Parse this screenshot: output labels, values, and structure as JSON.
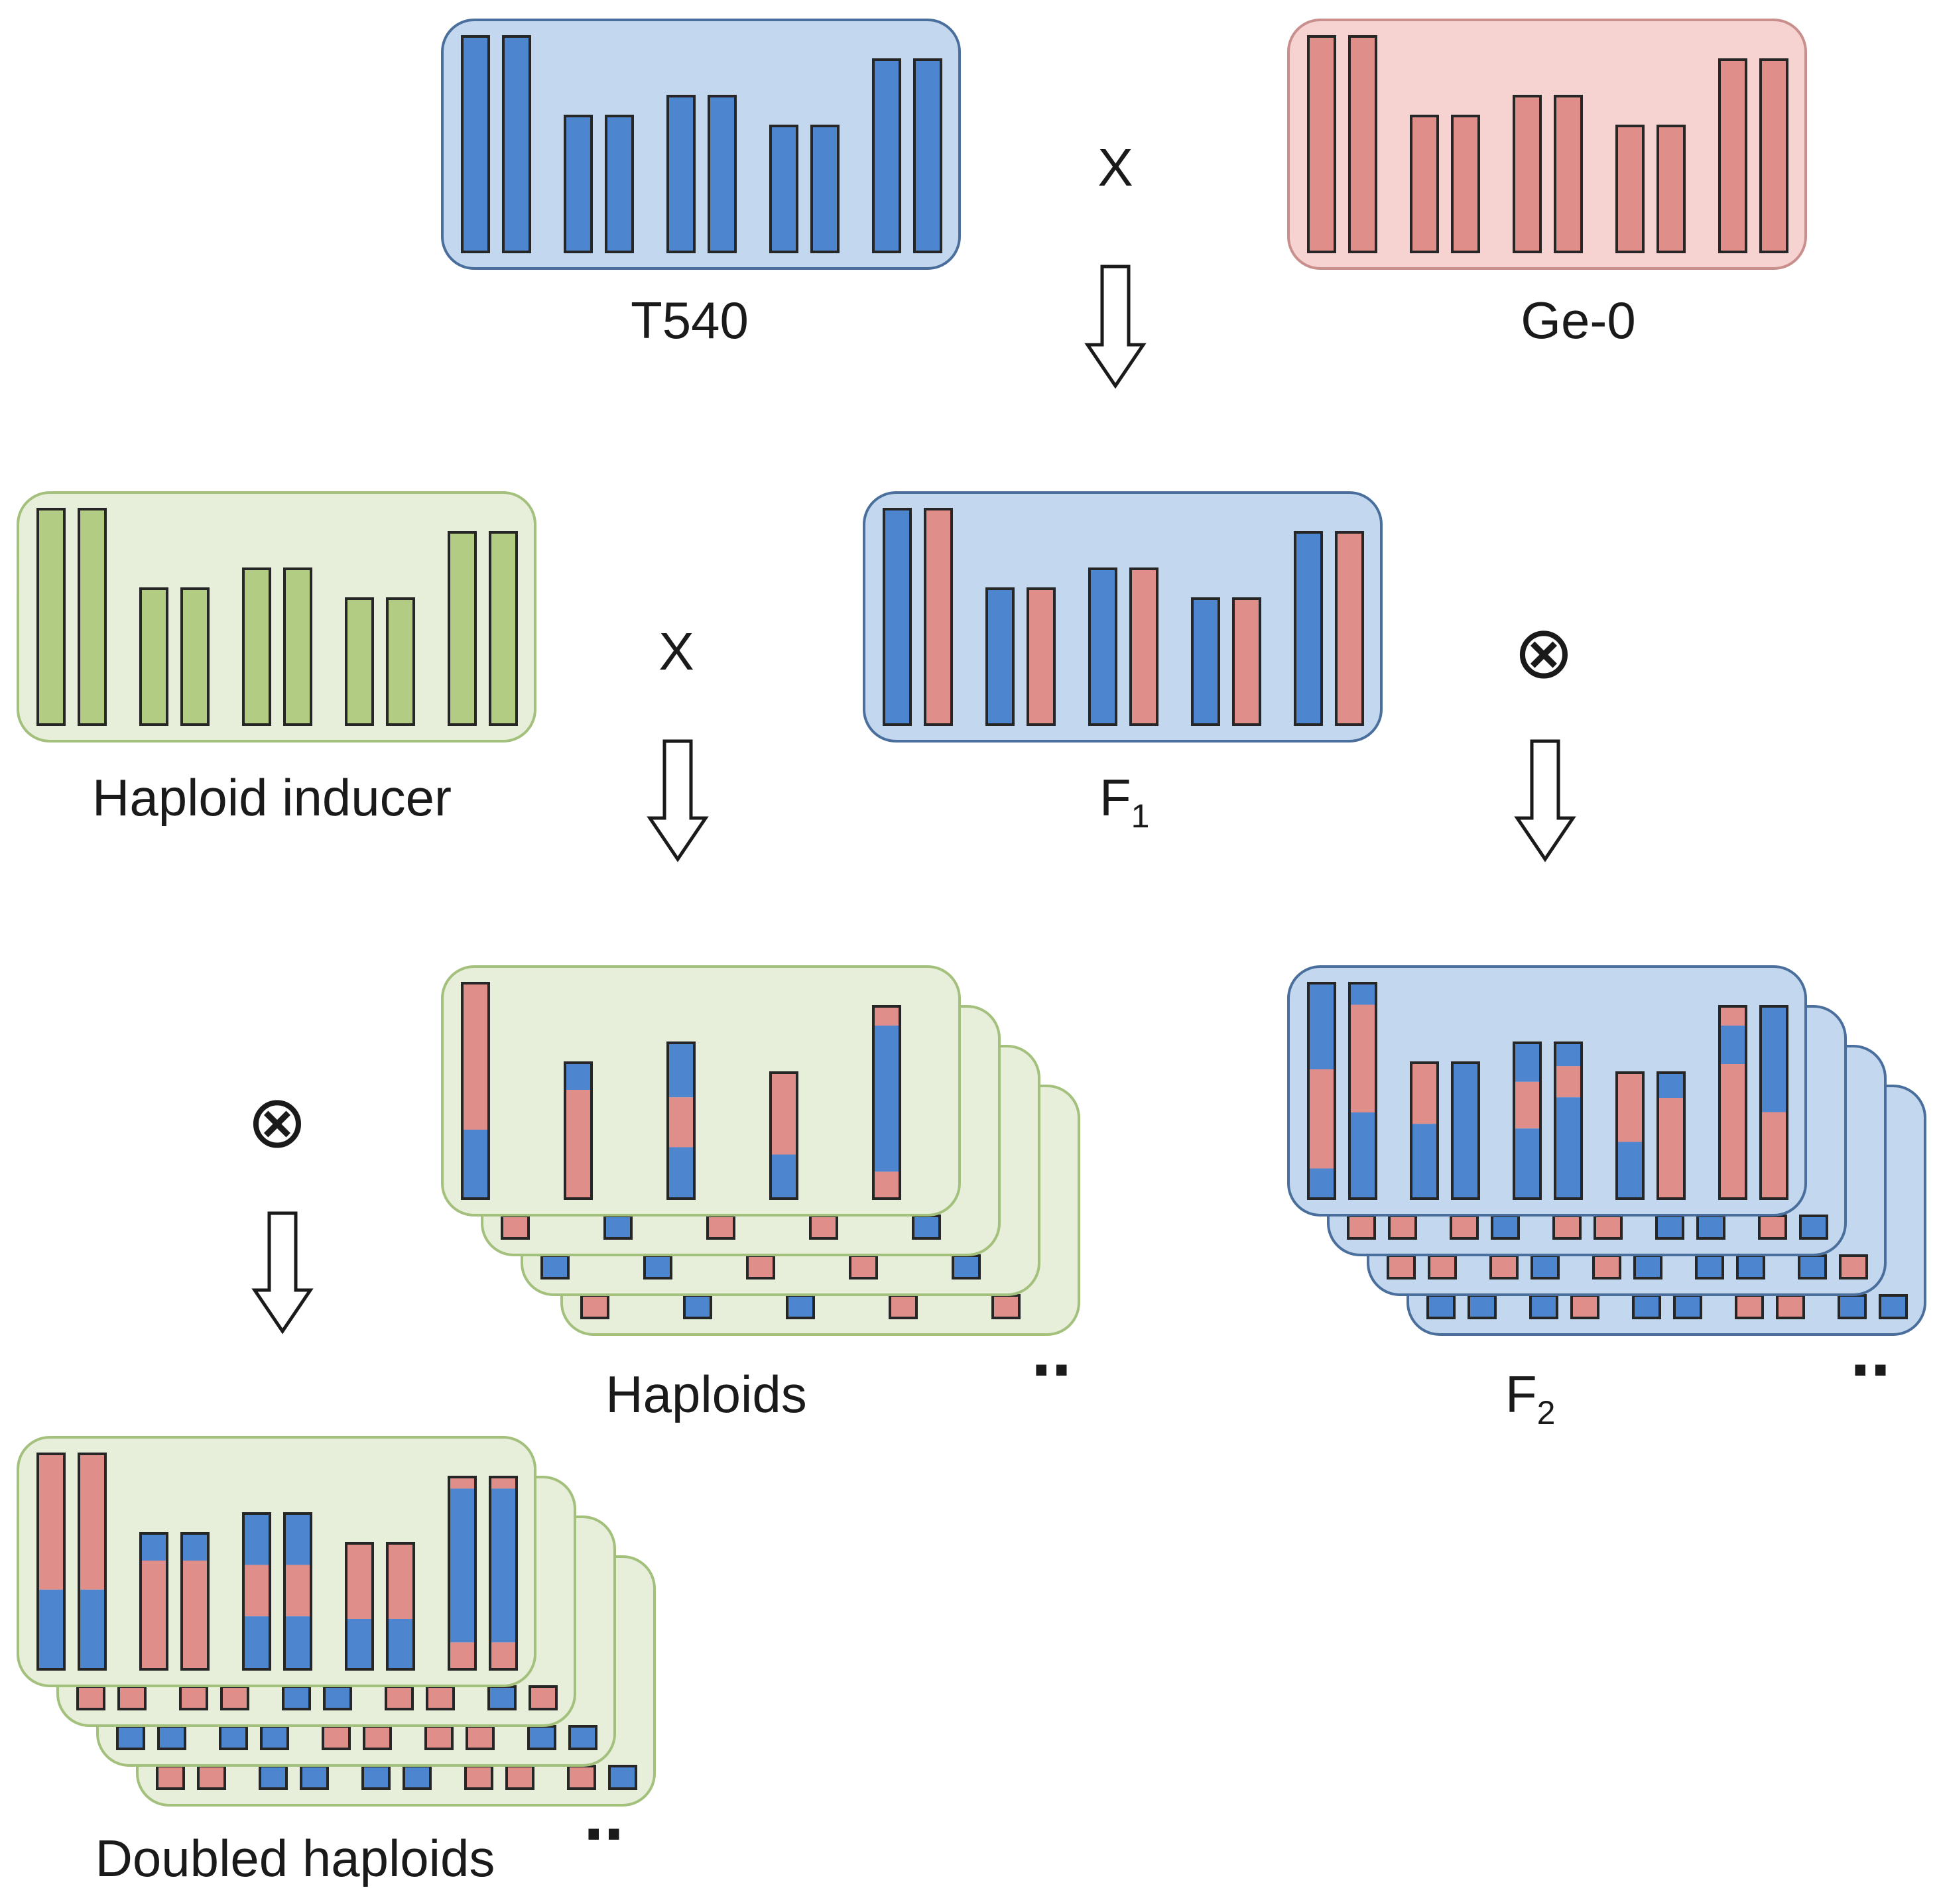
{
  "colors": {
    "blue": "#4d86cf",
    "red": "#e08e8a",
    "green": "#b3cc84",
    "blue_panel": "#c3d7ef",
    "red_panel": "#f6d3d1",
    "green_panel": "#e7efda",
    "blue_border": "#4a6f9c",
    "red_border": "#c98f8c",
    "green_border": "#a3c07c",
    "outline": "#262626"
  },
  "labels": {
    "parent_a": "T540",
    "parent_b": "Ge-0",
    "inducer": "Haploid inducer",
    "f1_base": "F",
    "f1_sub": "1",
    "haploids": "Haploids",
    "f2_base": "F",
    "f2_sub": "2",
    "doubled": "Doubled haploids",
    "cross_symbol": "X",
    "self_symbol": "⊗",
    "more_symbol": ".."
  }
}
